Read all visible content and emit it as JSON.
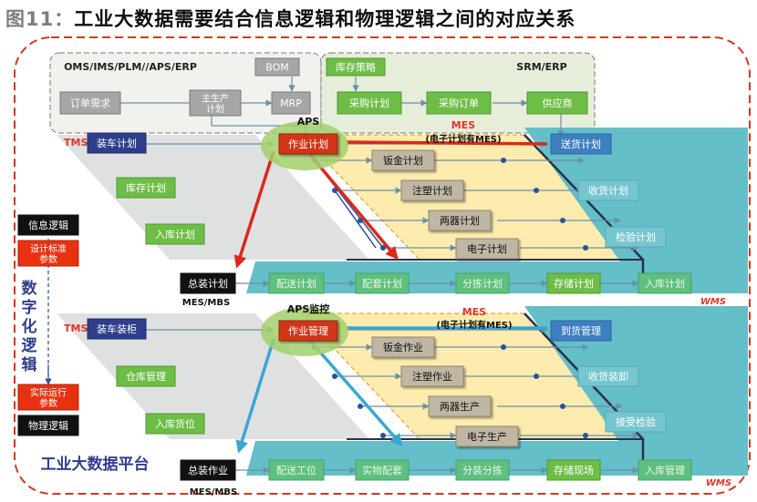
{
  "figure": {
    "number": "图11：",
    "title": "工业大数据需要结合信息逻辑和物理逻辑之间的对应关系"
  },
  "top_left_box": {
    "label": "OMS/IMS/PLM//APS/ERP",
    "bom": "BOM",
    "order_demand": "订单需求",
    "master_plan": "主生产\n计划",
    "mrp": "MRP"
  },
  "top_right_box": {
    "label": "SRM/ERP",
    "inventory_strategy": "库存策略",
    "purchase_plan": "采购计划",
    "purchase_order": "采购订单",
    "supplier": "供应商"
  },
  "upper_layer": {
    "tms": "TMS",
    "aps": "APS",
    "mes": "MES",
    "mes_note": "(电子计划有MES)",
    "loading_plan": "装车计划",
    "inventory_plan": "库存计划",
    "inbound_plan": "入库计划",
    "job_plan": "作业计划",
    "sheet_metal_plan": "钣金计划",
    "injection_plan": "注塑计划",
    "two_devices_plan": "两器计划",
    "electronic_plan": "电子计划",
    "delivery_plan": "送货计划",
    "receiving_plan": "收货计划",
    "inspection_plan": "检验计划",
    "assembly_plan": "总装计划",
    "mes_mbs": "MES/MBS",
    "distribution_plan": "配送计划",
    "kitting_plan": "配套计划",
    "sorting_plan": "分拣计划",
    "storage_plan": "存储计划",
    "warehousing_plan": "入库计划",
    "wms": "WMS"
  },
  "lower_layer": {
    "tms": "TMS",
    "aps_monitor": "APS监控",
    "mes": "MES",
    "mes_note": "(电子计划有MES)",
    "loading_cabinet": "装车装柜",
    "warehouse_mgmt": "仓库管理",
    "inbound_location": "入库货位",
    "job_mgmt": "作业管理",
    "sheet_metal_op": "钣金作业",
    "injection_op": "注塑作业",
    "two_devices_prod": "两器生产",
    "electronic_prod": "电子生产",
    "arrival_mgmt": "到货管理",
    "receiving_unload": "收货装卸",
    "receiving_inspect": "接受检验",
    "assembly_op": "总装作业",
    "mes_mbs": "MES/MBS",
    "distribution_station": "配送工位",
    "physical_kitting": "实物配套",
    "sorting": "分装分拣",
    "storage_site": "存储现场",
    "warehousing_mgmt": "入库管理",
    "wms": "WMS"
  },
  "legend": {
    "info_logic": "信息逻辑",
    "design_params": "设计标准\n参数",
    "digital_logic": "数字化逻辑",
    "actual_params": "实际运行\n参数",
    "physical_logic": "物理逻辑"
  },
  "platform_label": "工业大数据平台",
  "colors": {
    "dashed_border": "#d0391c",
    "navy_box": "#2e3f8c",
    "green_box": "#6cbb45",
    "teal_band": "#5cbcc6",
    "grey_box": "#9c9c9c",
    "yellow_band": "#fde9a6",
    "red_box": "#e8320f",
    "aps_ellipse": "#9fcf6a"
  }
}
